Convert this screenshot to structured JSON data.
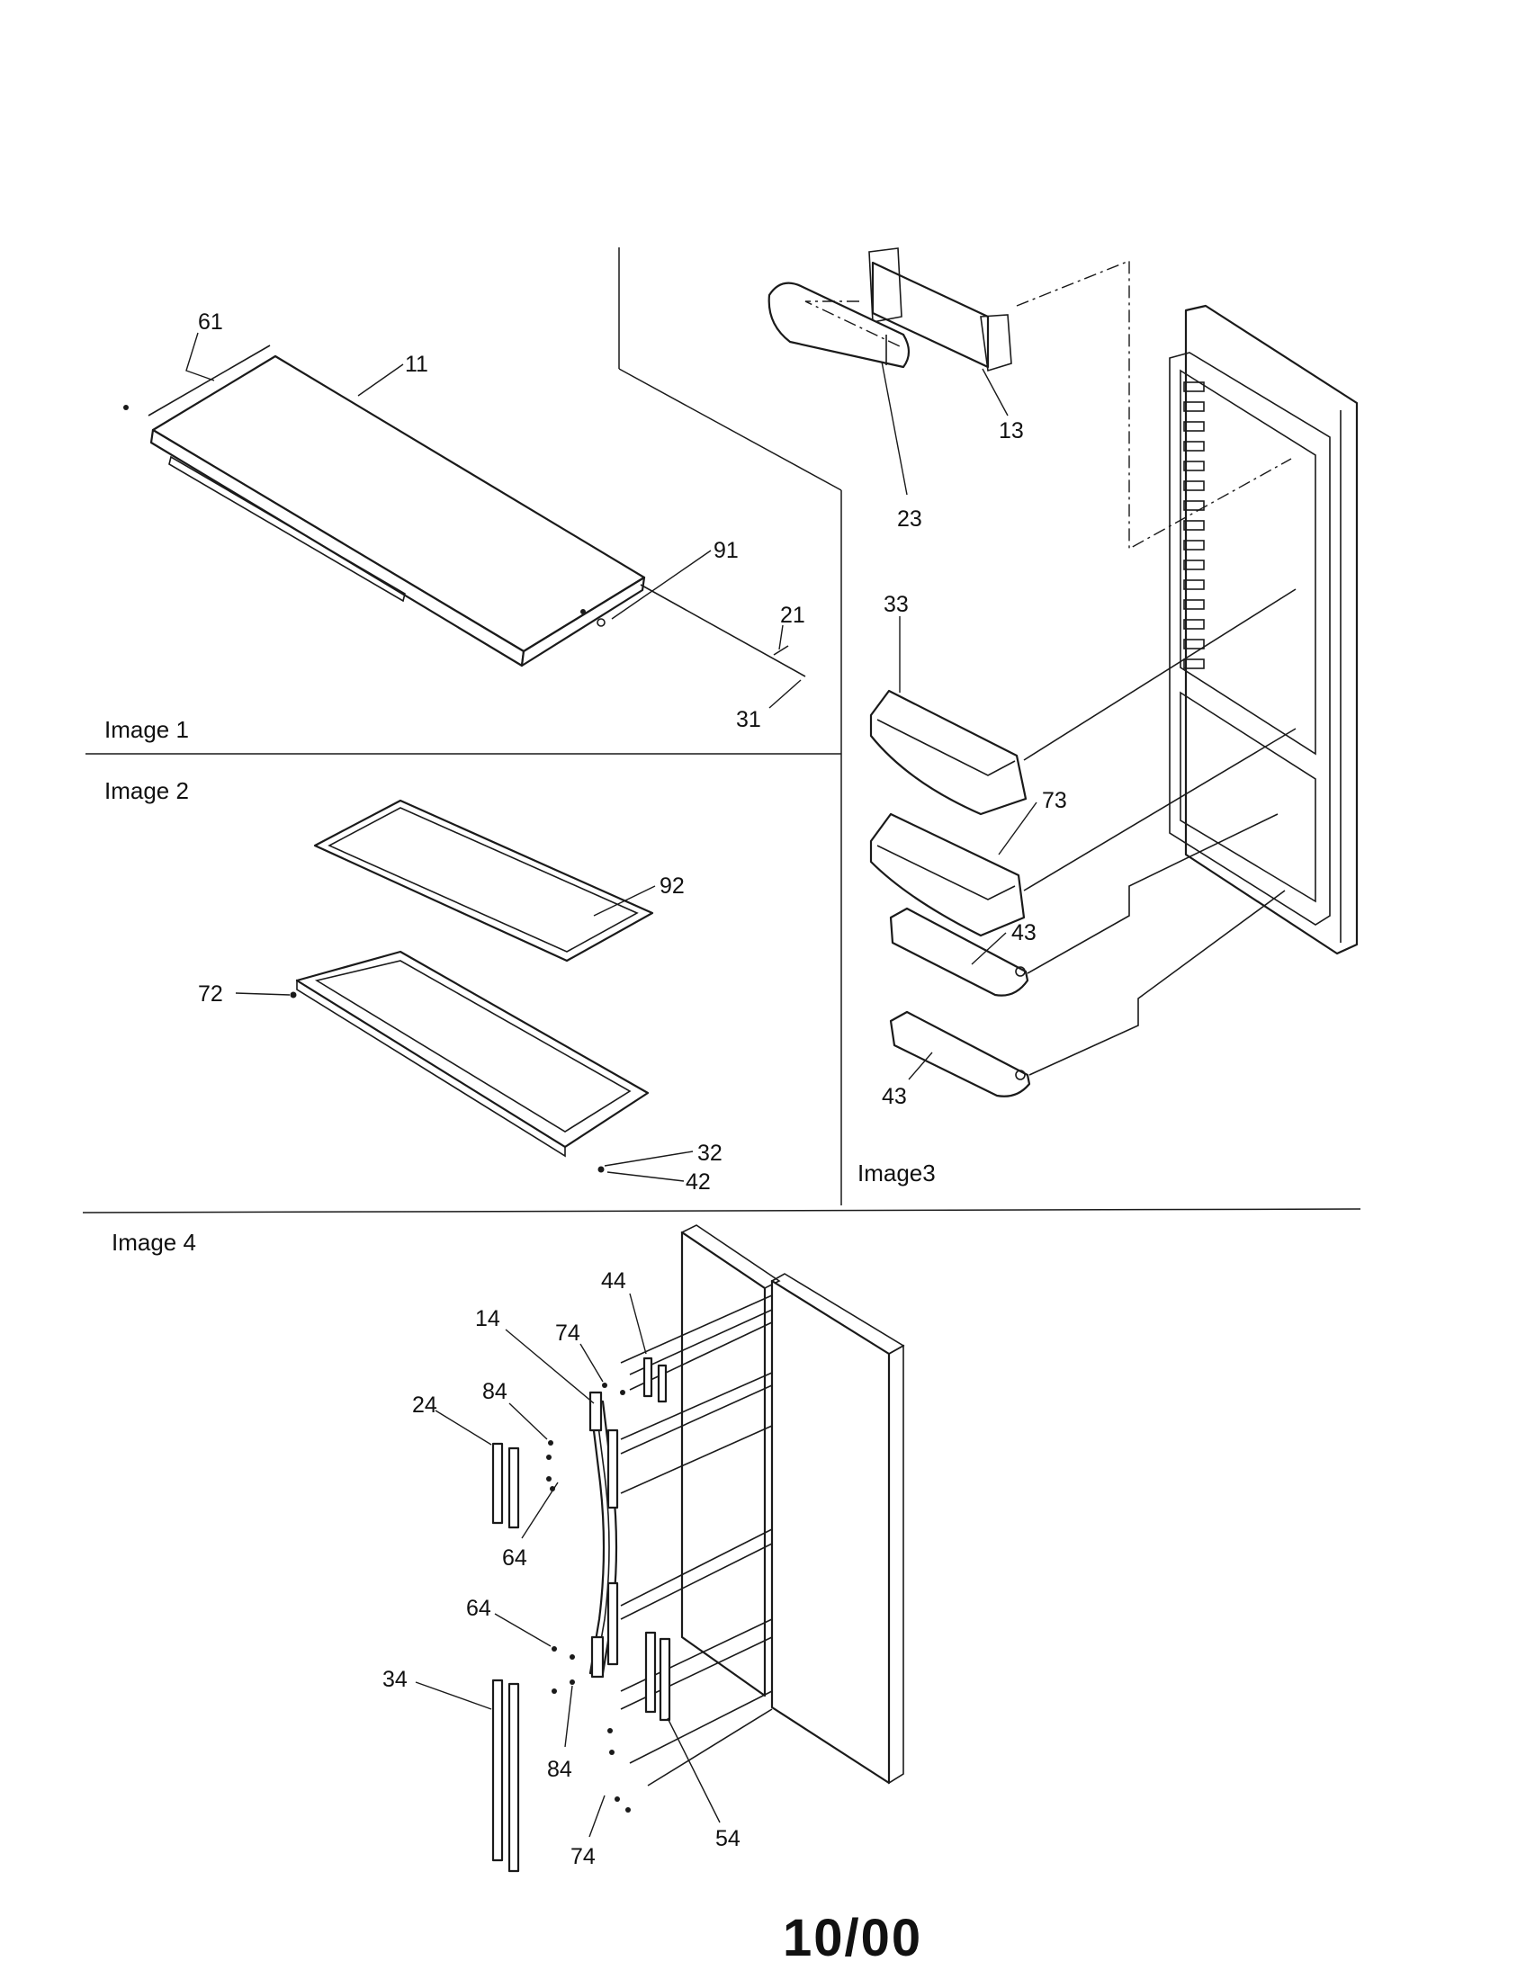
{
  "sections": [
    {
      "id": "image1",
      "title": "Image 1"
    },
    {
      "id": "image2",
      "title": "Image 2"
    },
    {
      "id": "image3",
      "title": "Image3"
    },
    {
      "id": "image4",
      "title": "Image 4"
    }
  ],
  "callouts": {
    "image1": [
      "61",
      "11",
      "91",
      "21",
      "31"
    ],
    "image2": [
      "92",
      "72",
      "32",
      "42"
    ],
    "image3": [
      "13",
      "23",
      "33",
      "73",
      "43",
      "43"
    ],
    "image4": [
      "44",
      "14",
      "74",
      "24",
      "84",
      "64",
      "64",
      "34",
      "84",
      "74",
      "54"
    ]
  },
  "footer": {
    "date_code": "10/00"
  }
}
